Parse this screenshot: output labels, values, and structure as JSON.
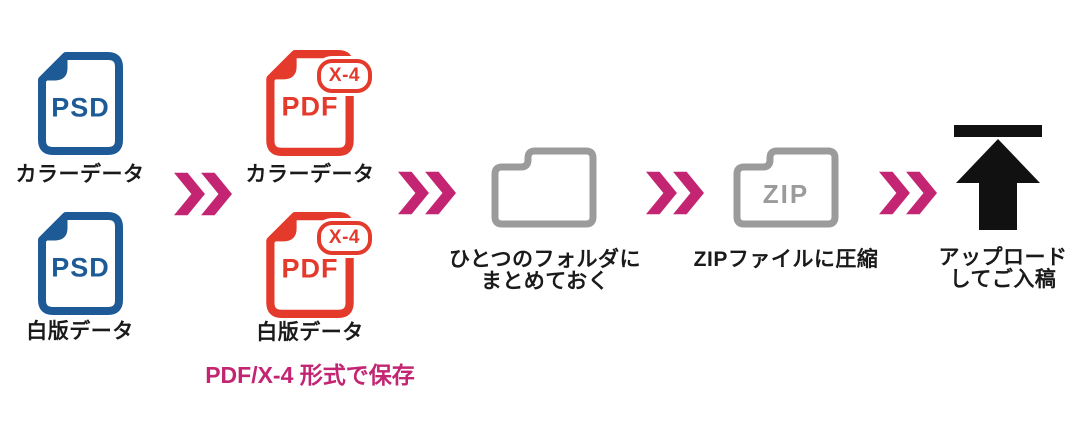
{
  "palette": {
    "blue": "#1D5A96",
    "red": "#E43A2C",
    "magenta": "#C32573",
    "gray": "#9B9B9B",
    "ink": "#1A1A1A",
    "black": "#111111"
  },
  "flow": {
    "psd": {
      "items": [
        {
          "type": "PSD",
          "label": "カラーデータ"
        },
        {
          "type": "PSD",
          "label": "白版データ"
        }
      ]
    },
    "pdf": {
      "items": [
        {
          "type": "PDF",
          "badge": "X-4",
          "label": "カラーデータ"
        },
        {
          "type": "PDF",
          "badge": "X-4",
          "label": "白版データ"
        }
      ],
      "note": "PDF/X-4 形式で保存"
    },
    "folder": {
      "label_line1": "ひとつのフォルダに",
      "label_line2": "まとめておく"
    },
    "zip": {
      "folder_text": "ZIP",
      "label": "ZIPファイルに圧縮"
    },
    "upload": {
      "label_line1": "アップロード",
      "label_line2": "してご入稿"
    }
  },
  "icons": {
    "arrow": "double-chevron-right-icon",
    "psd_file": "psd-file-icon",
    "pdf_file": "pdf-file-icon",
    "folder": "folder-icon",
    "zip_folder": "zip-folder-icon",
    "upload": "upload-arrow-icon"
  }
}
